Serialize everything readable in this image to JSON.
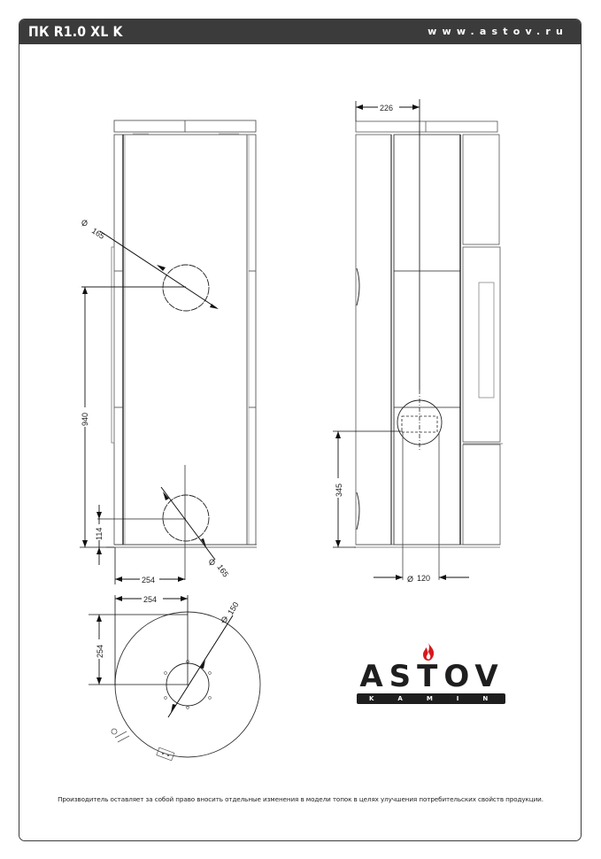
{
  "header": {
    "title": "ПК R1.0 XL K",
    "website": "www.astov.ru"
  },
  "front_view": {
    "dimensions": {
      "top_outlet_diameter": "165",
      "bottom_inlet_diameter": "165",
      "outlet_height": "940",
      "inlet_height": "114",
      "inlet_offset": "254"
    }
  },
  "side_view": {
    "dimensions": {
      "outlet_depth": "226",
      "outlet_height": "345",
      "outlet_diameter": "120"
    }
  },
  "top_view": {
    "dimensions": {
      "offset_x": "254",
      "offset_y": "254",
      "outlet_diameter": "150"
    }
  },
  "logo": {
    "brand": "ASTOV",
    "subtitle": "KAMIN",
    "flame_color": "#d7191c",
    "text_color": "#1e1e1e"
  },
  "footer": {
    "disclaimer": "Производитель оставляет за собой право вносить отдельные изменения в модели топок в целях улучшения потребительских свойств продукции."
  },
  "colors": {
    "header_bg": "#3b3b3b",
    "line": "#222222",
    "light_line": "#7a7a7a"
  }
}
